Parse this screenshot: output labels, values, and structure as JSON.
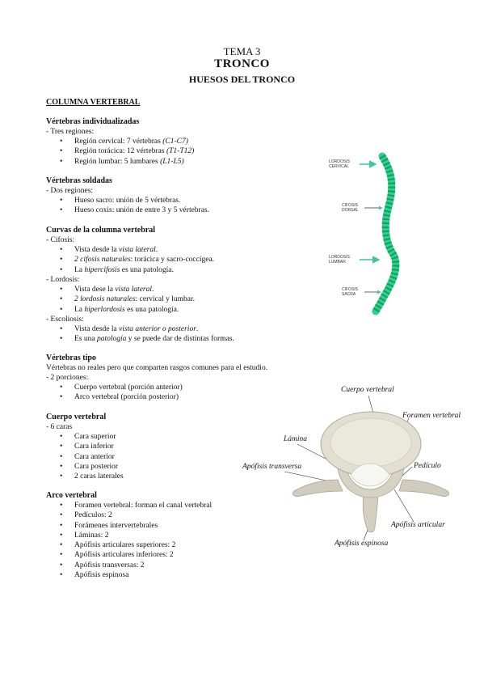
{
  "header": {
    "tema": "TEMA 3",
    "title": "TRONCO",
    "subtitle": "HUESOS DEL TRONCO"
  },
  "section_title": "COLUMNA VERTEBRAL",
  "individualizadas": {
    "heading": "Vértebras individualizadas",
    "intro": "- Tres regiones:",
    "items": [
      {
        "text": "Región cervical: 7 vértebras ",
        "em": "(C1-C7)"
      },
      {
        "text": "Región torácica: 12 vértebras ",
        "em": "(T1-T12)"
      },
      {
        "text": "Región lumbar: 5 lumbares ",
        "em": "(L1-L5)"
      }
    ]
  },
  "soldadas": {
    "heading": "Vértebras soldadas",
    "intro": "- Dos regiones:",
    "items": [
      "Hueso sacro: unión de 5 vértebras.",
      "Hueso coxis: unión de entre 3 y 5 vértebras."
    ]
  },
  "curvas": {
    "heading": "Curvas de la columna vertebral",
    "cifosis": "- Cifosis:",
    "cifosis_items": [
      {
        "a": "Vista desde la ",
        "em": "vista lateral",
        "b": "."
      },
      {
        "a": "",
        "em": "2 cifosis naturales",
        "b": ": torácica y sacro-coccígea."
      },
      {
        "a": "La ",
        "em": "hipercifosis",
        "b": " es una patología."
      }
    ],
    "lordosis": "- Lordosis:",
    "lordosis_items": [
      {
        "a": "Vista dese la ",
        "em": "vista lateral",
        "b": "."
      },
      {
        "a": "",
        "em": "2 lordosis naturales",
        "b": ": cervical y lumbar."
      },
      {
        "a": "La ",
        "em": "hiperlordosis",
        "b": " es una patología."
      }
    ],
    "escoliosis": "- Escoliosis:",
    "escoliosis_items": [
      {
        "a": "Vista desde la ",
        "em": "vista anterior o posterior",
        "b": "."
      },
      {
        "a": "Es una ",
        "em": "patología",
        "b": " y se puede dar de distintas formas."
      }
    ]
  },
  "tipo": {
    "heading": "Vértebras tipo",
    "desc": "Vértebras no reales pero que comparten rasgos comunes para el estudio.",
    "intro": "- 2 porciones:",
    "items": [
      "Cuerpo vertebral (porción anterior)",
      "Arco vertebral (porción posterior)"
    ]
  },
  "cuerpo": {
    "heading": "Cuerpo vertebral",
    "intro": "- 6 caras",
    "items": [
      "Cara superior",
      "Cara inferior",
      "Cara anterior",
      "Cara posterior",
      "2 caras laterales"
    ]
  },
  "arco": {
    "heading": "Arco vertebral",
    "items": [
      "Foramen vertebral: forman el canal vertebral",
      "Pedículos: 2",
      "Forámenes intervertebrales",
      "Láminas: 2",
      "Apófisis articulares superiores: 2",
      "Apófisis articulares inferiores: 2",
      "Apófisis transversas: 2",
      "Apófisis espinosa"
    ]
  },
  "spine_labels": [
    [
      "LORDOSIS",
      "CERVICAL"
    ],
    [
      "CIFOSIS",
      "DORSAL"
    ],
    [
      "LORDOSIS",
      "LUMBAR"
    ],
    [
      "CIFOSIS",
      "SACRA"
    ]
  ],
  "vertebra_labels": {
    "cuerpo": "Cuerpo vertebral",
    "foramen": "Foramen vertebral",
    "lamina": "Lámina",
    "transversa": "Apófisis transversa",
    "pediculo": "Pedículo",
    "articular": "Apófisis articular",
    "espinosa": "Apófisis espinosa"
  },
  "colors": {
    "spine": "#2bd48a",
    "arrow": "#3fc4a0",
    "bone": "#d9d6c8"
  }
}
